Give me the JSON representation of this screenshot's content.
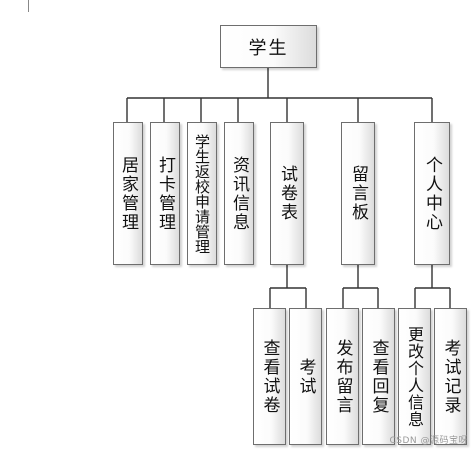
{
  "root": {
    "label": "学生"
  },
  "modules": [
    {
      "key": "home",
      "label": "居家管理"
    },
    {
      "key": "checkin",
      "label": "打卡管理"
    },
    {
      "key": "return",
      "label": "学生返校申请管理"
    },
    {
      "key": "news",
      "label": "资讯信息"
    },
    {
      "key": "exam",
      "label": "试卷表",
      "children": [
        {
          "label": "查看试卷"
        },
        {
          "label": "考试"
        }
      ]
    },
    {
      "key": "board",
      "label": "留言板",
      "children": [
        {
          "label": "发布留言"
        },
        {
          "label": "查看回复"
        }
      ]
    },
    {
      "key": "personal",
      "label": "个人中心",
      "children": [
        {
          "label": "更改个人信息"
        },
        {
          "label": "考试记录"
        }
      ]
    }
  ],
  "watermark": "CSDN @源码宝呀"
}
